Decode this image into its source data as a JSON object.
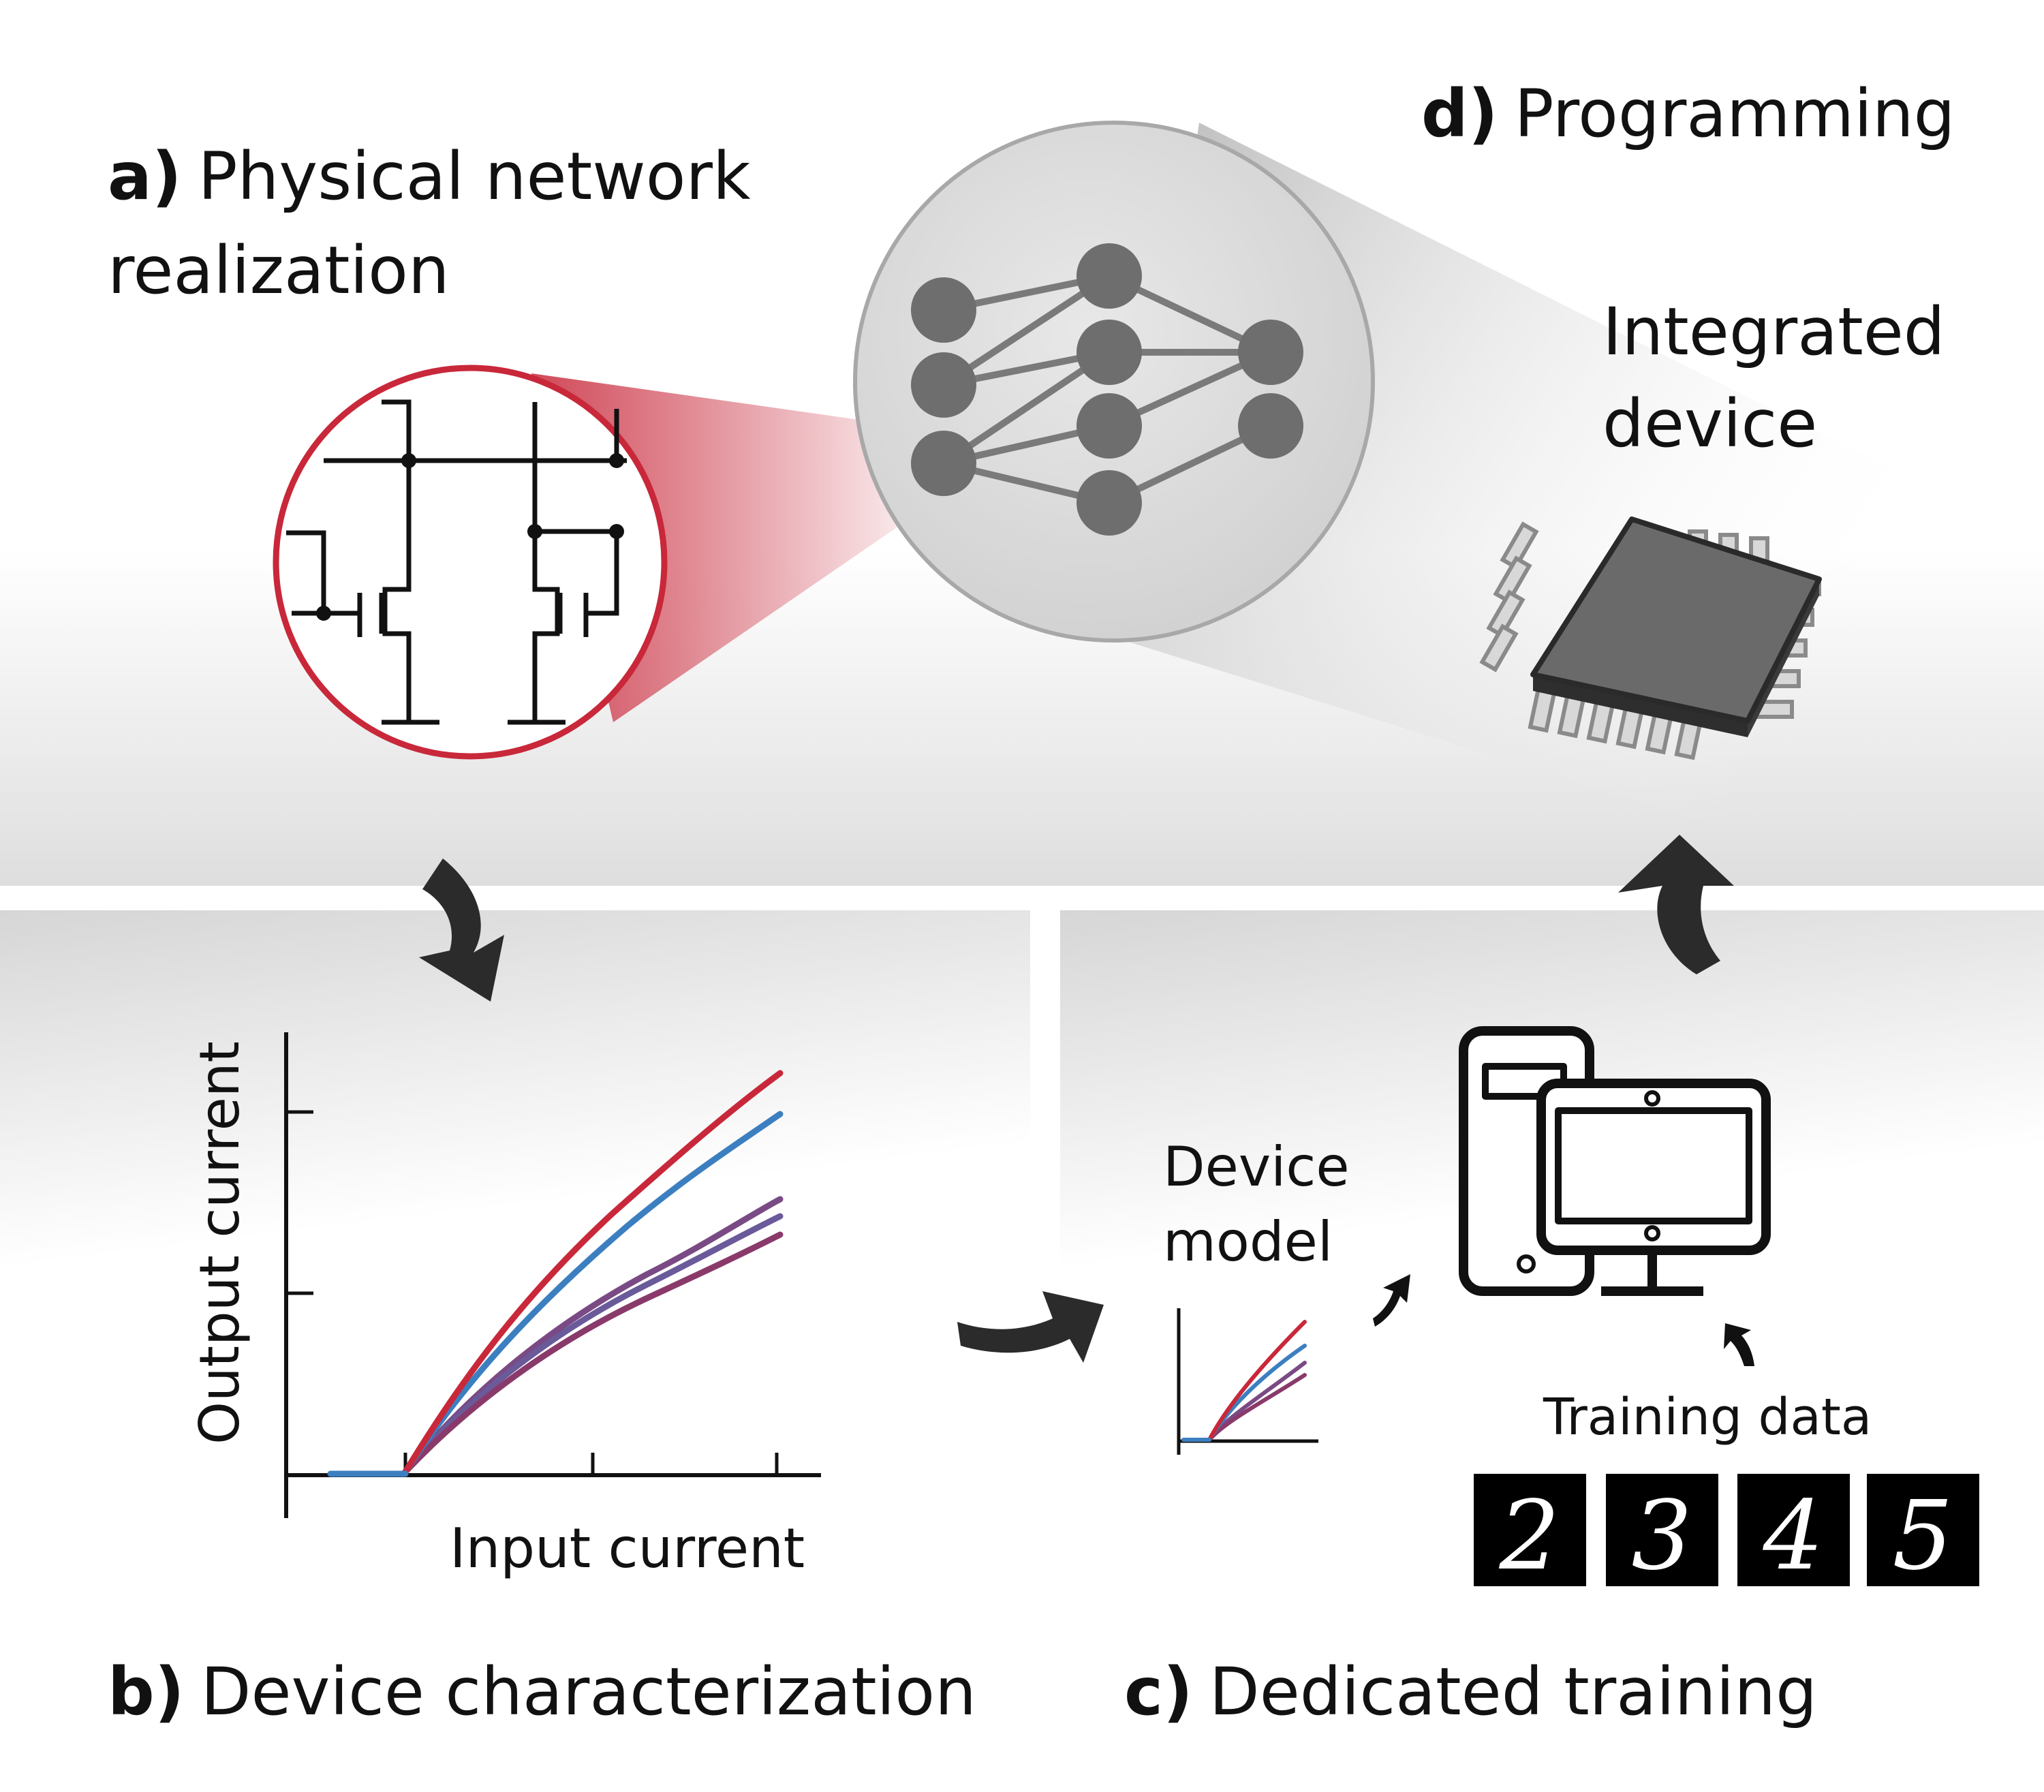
{
  "panels": {
    "a": {
      "letter": "a)",
      "title_line1": "Physical network",
      "title_line2": "realization"
    },
    "b": {
      "letter": "b)",
      "title": "Device characterization"
    },
    "c": {
      "letter": "c)",
      "title": "Dedicated training"
    },
    "d": {
      "letter": "d)",
      "title": "Programming"
    }
  },
  "device": {
    "label_line1": "Integrated",
    "label_line2": "device"
  },
  "plot": {
    "ylabel": "Output current",
    "xlabel": "Input current"
  },
  "device_model": {
    "label_line1": "Device",
    "label_line2": "model"
  },
  "training": {
    "label": "Training data",
    "digits": [
      "2",
      "3",
      "4",
      "5"
    ]
  },
  "colors": {
    "red": "#c8283a",
    "blue": "#3c7fc0",
    "purple": "#7a4a85",
    "arrow": "#2b2b2b",
    "node": "#6e6e6e",
    "chip": "#5a5a5a"
  }
}
